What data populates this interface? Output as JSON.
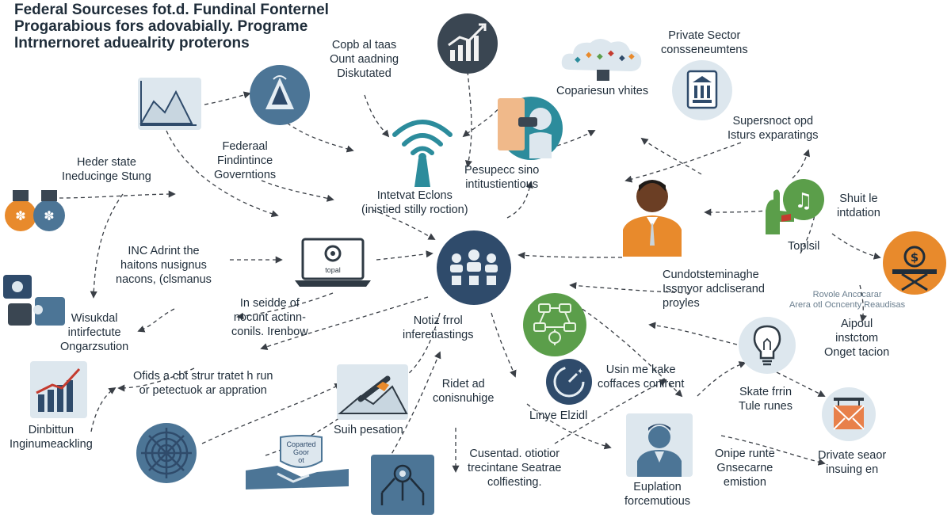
{
  "title": {
    "line1": "Federal Sourceses fot.d. Fundinal Fonternel",
    "line2": "Progarabious fors adovabially. Programe",
    "line3": "Intrnernoret aduealrity proterons"
  },
  "labels": {
    "copb": [
      "Copb al taas",
      "Ount aadning",
      "Diskutated"
    ],
    "header_state": [
      "Heder state",
      "Ineducinge Stung"
    ],
    "federal": [
      "Federaal",
      "Findintince",
      "Governtions"
    ],
    "inc": [
      "INC Adrint the",
      "haitons nusignus",
      "nacons, (clsmanus"
    ],
    "wisukdal": [
      "Wisukdal",
      "intirfectute",
      "Ongarzsution"
    ],
    "in_seidde": [
      "In seidde of",
      "nocunt actinn-",
      "conils. Irenbow"
    ],
    "ofids": [
      "Ofids a cbt strur tratet h run",
      "or petectuok ar appration"
    ],
    "dinbittun": [
      "Dinbittun",
      "Inginumeackling"
    ],
    "suih": [
      "Suih pesation"
    ],
    "coparie": [
      "Copariesun vhites"
    ],
    "pesupec": [
      "Pesupecc sino",
      "intitustientious"
    ],
    "intetvat": [
      "Intetvat Eclons",
      "(inistied stilly roction)"
    ],
    "notiz": [
      "Notiz frrol",
      "inferetiastings"
    ],
    "ridet": [
      "Ridet ad",
      "conisnuhige"
    ],
    "cusentad": [
      "Cusentad. otiotior",
      "trecintane Seatrae",
      "colfiesting."
    ],
    "private_sector": [
      "Private Sector",
      "consseneumtens"
    ],
    "supersnoct": [
      "Supersnoct opd",
      "Isturs exparatings"
    ],
    "shuit": [
      "Shuit le",
      "intdation"
    ],
    "toplsil": [
      "Toplsil"
    ],
    "cundot": [
      "Cundotsteminaghe",
      "Issmyor adcliserand",
      "proyles"
    ],
    "aipoul": [
      "Aipoul",
      "instctom",
      "Onget tacion"
    ],
    "usin": [
      "Usin me kake",
      "coffaces conlrent"
    ],
    "linye": [
      "Linye Elzidl"
    ],
    "skate": [
      "Skate frrin",
      "Tule runes"
    ],
    "onipe": [
      "Onipe runte",
      "Gnsecarne",
      "emistion"
    ],
    "eup": [
      "Euplation",
      "forcemutious"
    ],
    "drivate": [
      "Drivate seaor",
      "insuing en"
    ],
    "faint": [
      "Rovole Ancocarar",
      "Arera otl Ocncenty Reaudisas"
    ]
  },
  "icons": {
    "laptop_screen": "topal",
    "hand_text": [
      "Coparted",
      "Goor",
      "ot"
    ]
  },
  "colors": {
    "navy": "#2f4b6b",
    "steel": "#4c7596",
    "teal": "#2c8c9c",
    "green": "#5b9e4a",
    "orange": "#e88a2c",
    "pale": "#dde7ee",
    "line": "#3a3f46"
  }
}
